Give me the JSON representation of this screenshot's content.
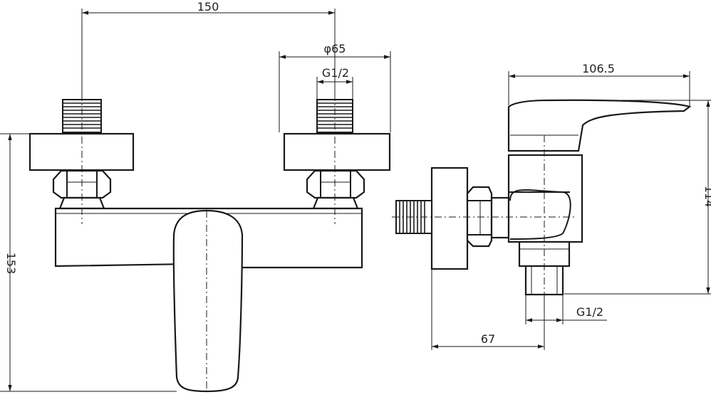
{
  "drawing": {
    "front_view": {
      "dim_center_distance": "150",
      "dim_flange_diameter": "φ65",
      "dim_inlet_thread": "G1/2",
      "dim_total_height": "153"
    },
    "side_view": {
      "dim_lever_reach": "106.5",
      "dim_height": "114",
      "dim_outlet_thread": "G1/2",
      "dim_wall_offset": "67"
    }
  }
}
